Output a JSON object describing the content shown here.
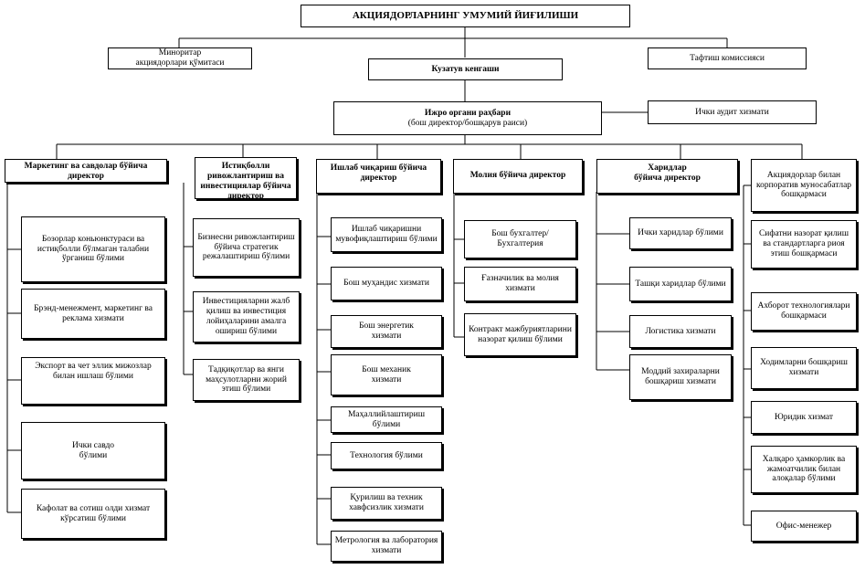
{
  "general_meeting": "АКЦИЯДОРЛАРНИНГ УМУМИЙ ЙИҒИЛИШИ",
  "minority_committee": [
    "Миноритар",
    "акциядорлари қўмитаси"
  ],
  "supervisory_board": "Кузатув кенгаши",
  "audit_commission": "Тафтиш комиссияси",
  "executive_head": {
    "title": "Ижро органи раҳбари",
    "subtitle": "(бош директор/бошқарув раиси)"
  },
  "internal_audit": "Ички аудит хизмати",
  "directors": [
    {
      "title": "Маркетинг ва савдолар бўйича директор",
      "units": [
        "Бозорлар коньюнктураси ва истиқболли бўлмаган талабни ўрганиш бўлими",
        "Брэнд-менежмент, маркетинг ва реклама хизмати",
        "Экспорт ва чет эллик мижозлар билан ишлаш бўлими",
        "Ички савдо бўлими",
        "Кафолат ва сотиш олди хизмат кўрсатиш бўлими"
      ]
    },
    {
      "title": "Истиқболли ривожлантириш ва инвестициялар бўйича директор",
      "units": [
        "Бизнесни ривожлантириш бўйича стратегик режалаштириш бўлими",
        "Инвестицияларни жалб қилиш ва инвестиция лойиҳаларини амалга ошириш бўлими",
        "Тадқиқотлар ва янги маҳсулотларни жорий этиш бўлими"
      ]
    },
    {
      "title": "Ишлаб чиқариш бўйича директор",
      "units": [
        "Ишлаб чиқаришни мувофиқлаштириш бўлими",
        "Бош муҳандис хизмати",
        "Бош энергетик хизмати",
        "Бош механик хизмати",
        "Маҳаллийлаштириш бўлими",
        "Технология бўлими",
        "Қурилиш ва техник хавфсизлик хизмати",
        "Метрология ва лаборатория хизмати"
      ]
    },
    {
      "title": "Молия бўйича директор",
      "units": [
        "Бош бухгалтер/ Бухгалтерия",
        "Ғазначилик ва молия хизмати",
        "Контракт мажбуриятларини назорат қилиш бўлими"
      ]
    },
    {
      "title": "Харидлар бўйича директор",
      "units": [
        "Ички харидлар бўлими",
        "Ташқи харидлар бўлими",
        "Логистика хизмати",
        "Моддий захираларни бошқариш хизмати"
      ]
    }
  ],
  "standalone_units": [
    "Акциядорлар билан корпоратив муносабатлар бошқармаси",
    "Сифатни назорат қилиш ва стандартларга риоя этиш бошқармаси",
    "Ахборот технологиялари бошқармаси",
    "Ходимларни бошқариш хизмати",
    "Юридик хизмат",
    "Халқаро ҳамкорлик ва жамоатчилик билан алоқалар бўлими",
    "Офис-менежер"
  ]
}
